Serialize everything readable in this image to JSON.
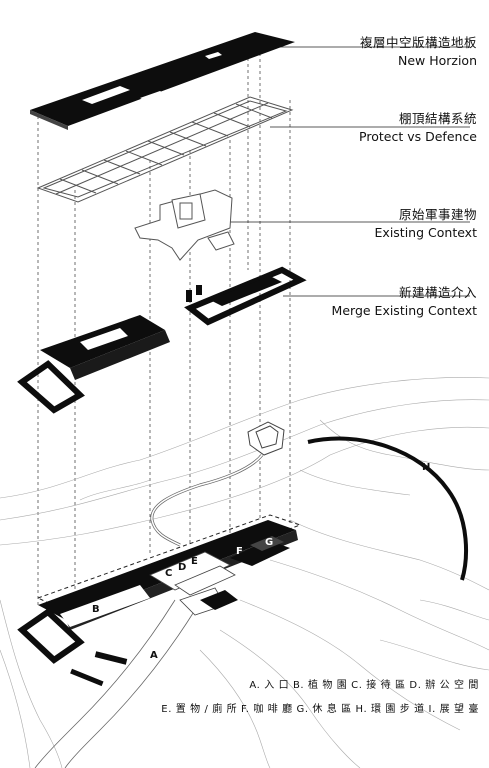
{
  "layers": [
    {
      "zh": "複層中空版構造地板",
      "en": "New Horzion"
    },
    {
      "zh": "棚頂結構系統",
      "en": "Protect vs Defence"
    },
    {
      "zh": "原始軍事建物",
      "en": "Existing Context"
    },
    {
      "zh": "新建構造介入",
      "en": "Merge Existing Context"
    }
  ],
  "legend": {
    "row1": "A. 入 口   B. 植 物 園   C. 接 待 區   D. 辦 公 空 間",
    "row2": "E. 置 物 / 廁 所   F. 咖 啡 廳   G. 休 息 區   H. 環 園 步 道   I. 展 望 臺"
  },
  "marks": {
    "A": "A",
    "B": "B",
    "C": "C",
    "D": "D",
    "E": "E",
    "F": "F",
    "G": "G",
    "H": "H"
  }
}
